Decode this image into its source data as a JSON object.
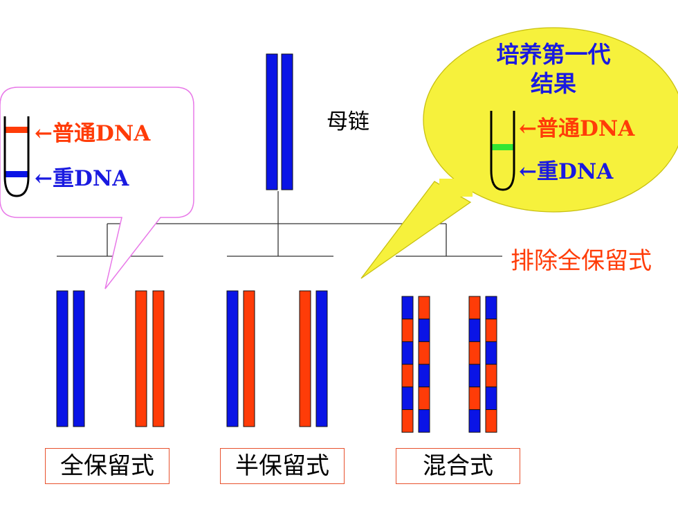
{
  "parent_label": "母链",
  "left_callout": {
    "normal_label": "←普通DNA",
    "heavy_label": "←重DNA"
  },
  "right_callout": {
    "title_line1": "培养第一代",
    "title_line2": "结果",
    "normal_label": "←普通DNA",
    "heavy_label": "←重DNA"
  },
  "exclude_label": "排除全保留式",
  "models": [
    {
      "label": "全保留式"
    },
    {
      "label": "半保留式"
    },
    {
      "label": "混合式"
    }
  ],
  "colors": {
    "heavy_strand": "#0a14e6",
    "light_strand": "#ff3c08",
    "hybrid_band": "#33e633",
    "callout_fill": "#f6f13c",
    "left_callout_border": "#e878e8",
    "exclude_text": "#ff3c08",
    "normal_label": "#ff3c08",
    "heavy_label": "#1a1ae0"
  }
}
